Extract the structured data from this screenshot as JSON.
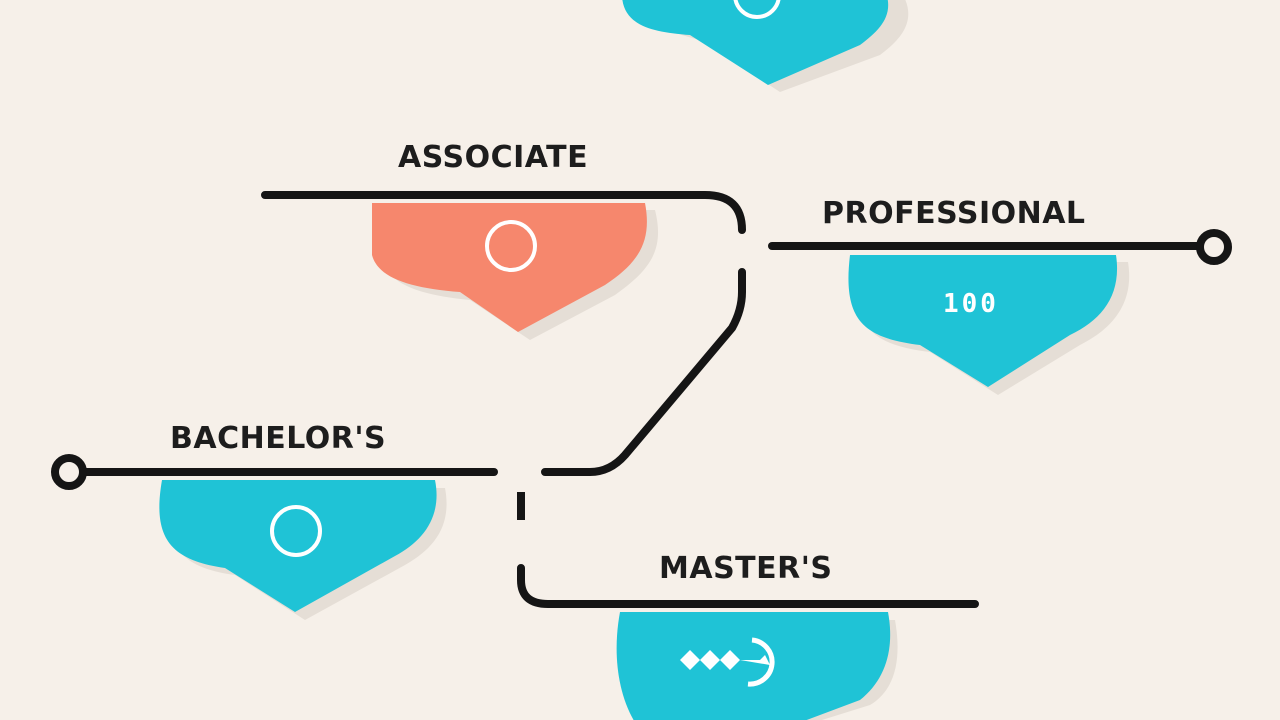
{
  "colors": {
    "background": "#f6f0e9",
    "line": "#151515",
    "teal": "#1fc3d6",
    "coral": "#f6876d",
    "shadow": "#e5ded6",
    "icon": "#ffffff"
  },
  "nodes": {
    "top": {
      "icon": "circle-icon"
    },
    "associate": {
      "label": "ASSOCIATE",
      "icon": "circle-icon"
    },
    "professional": {
      "label": "PROFESSIONAL",
      "icon_text": "100"
    },
    "bachelors": {
      "label": "BACHELOR'S",
      "icon": "circle-icon"
    },
    "masters": {
      "label": "MASTER'S",
      "icon": "wave-circle-icon"
    }
  }
}
